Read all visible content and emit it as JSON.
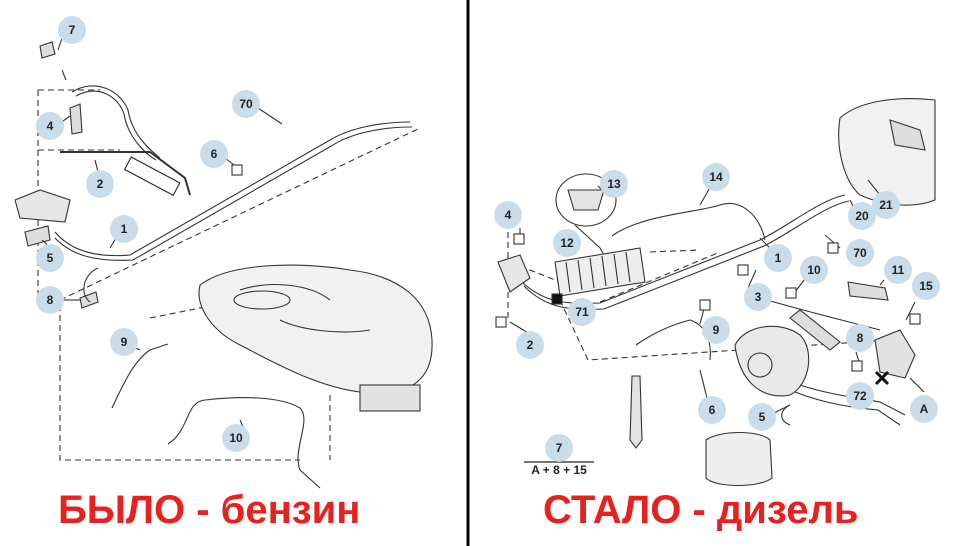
{
  "captions": {
    "before": "БЫЛО - бензин",
    "after": "СТАЛО - дизель"
  },
  "left_panel": {
    "callouts": [
      "7",
      "4",
      "2",
      "70",
      "6",
      "1",
      "5",
      "8",
      "9",
      "10"
    ]
  },
  "right_panel": {
    "callouts": [
      "13",
      "14",
      "4",
      "12",
      "1",
      "20",
      "21",
      "70",
      "3",
      "10",
      "11",
      "15",
      "71",
      "2",
      "9",
      "8",
      "72",
      "A",
      "5",
      "6"
    ],
    "note_number": "7",
    "note_text": "A + 8 + 15"
  },
  "colors": {
    "caption": "#e8201e",
    "callout_fill": "#c9dcea",
    "line": "#222222",
    "divider": "#000000"
  }
}
